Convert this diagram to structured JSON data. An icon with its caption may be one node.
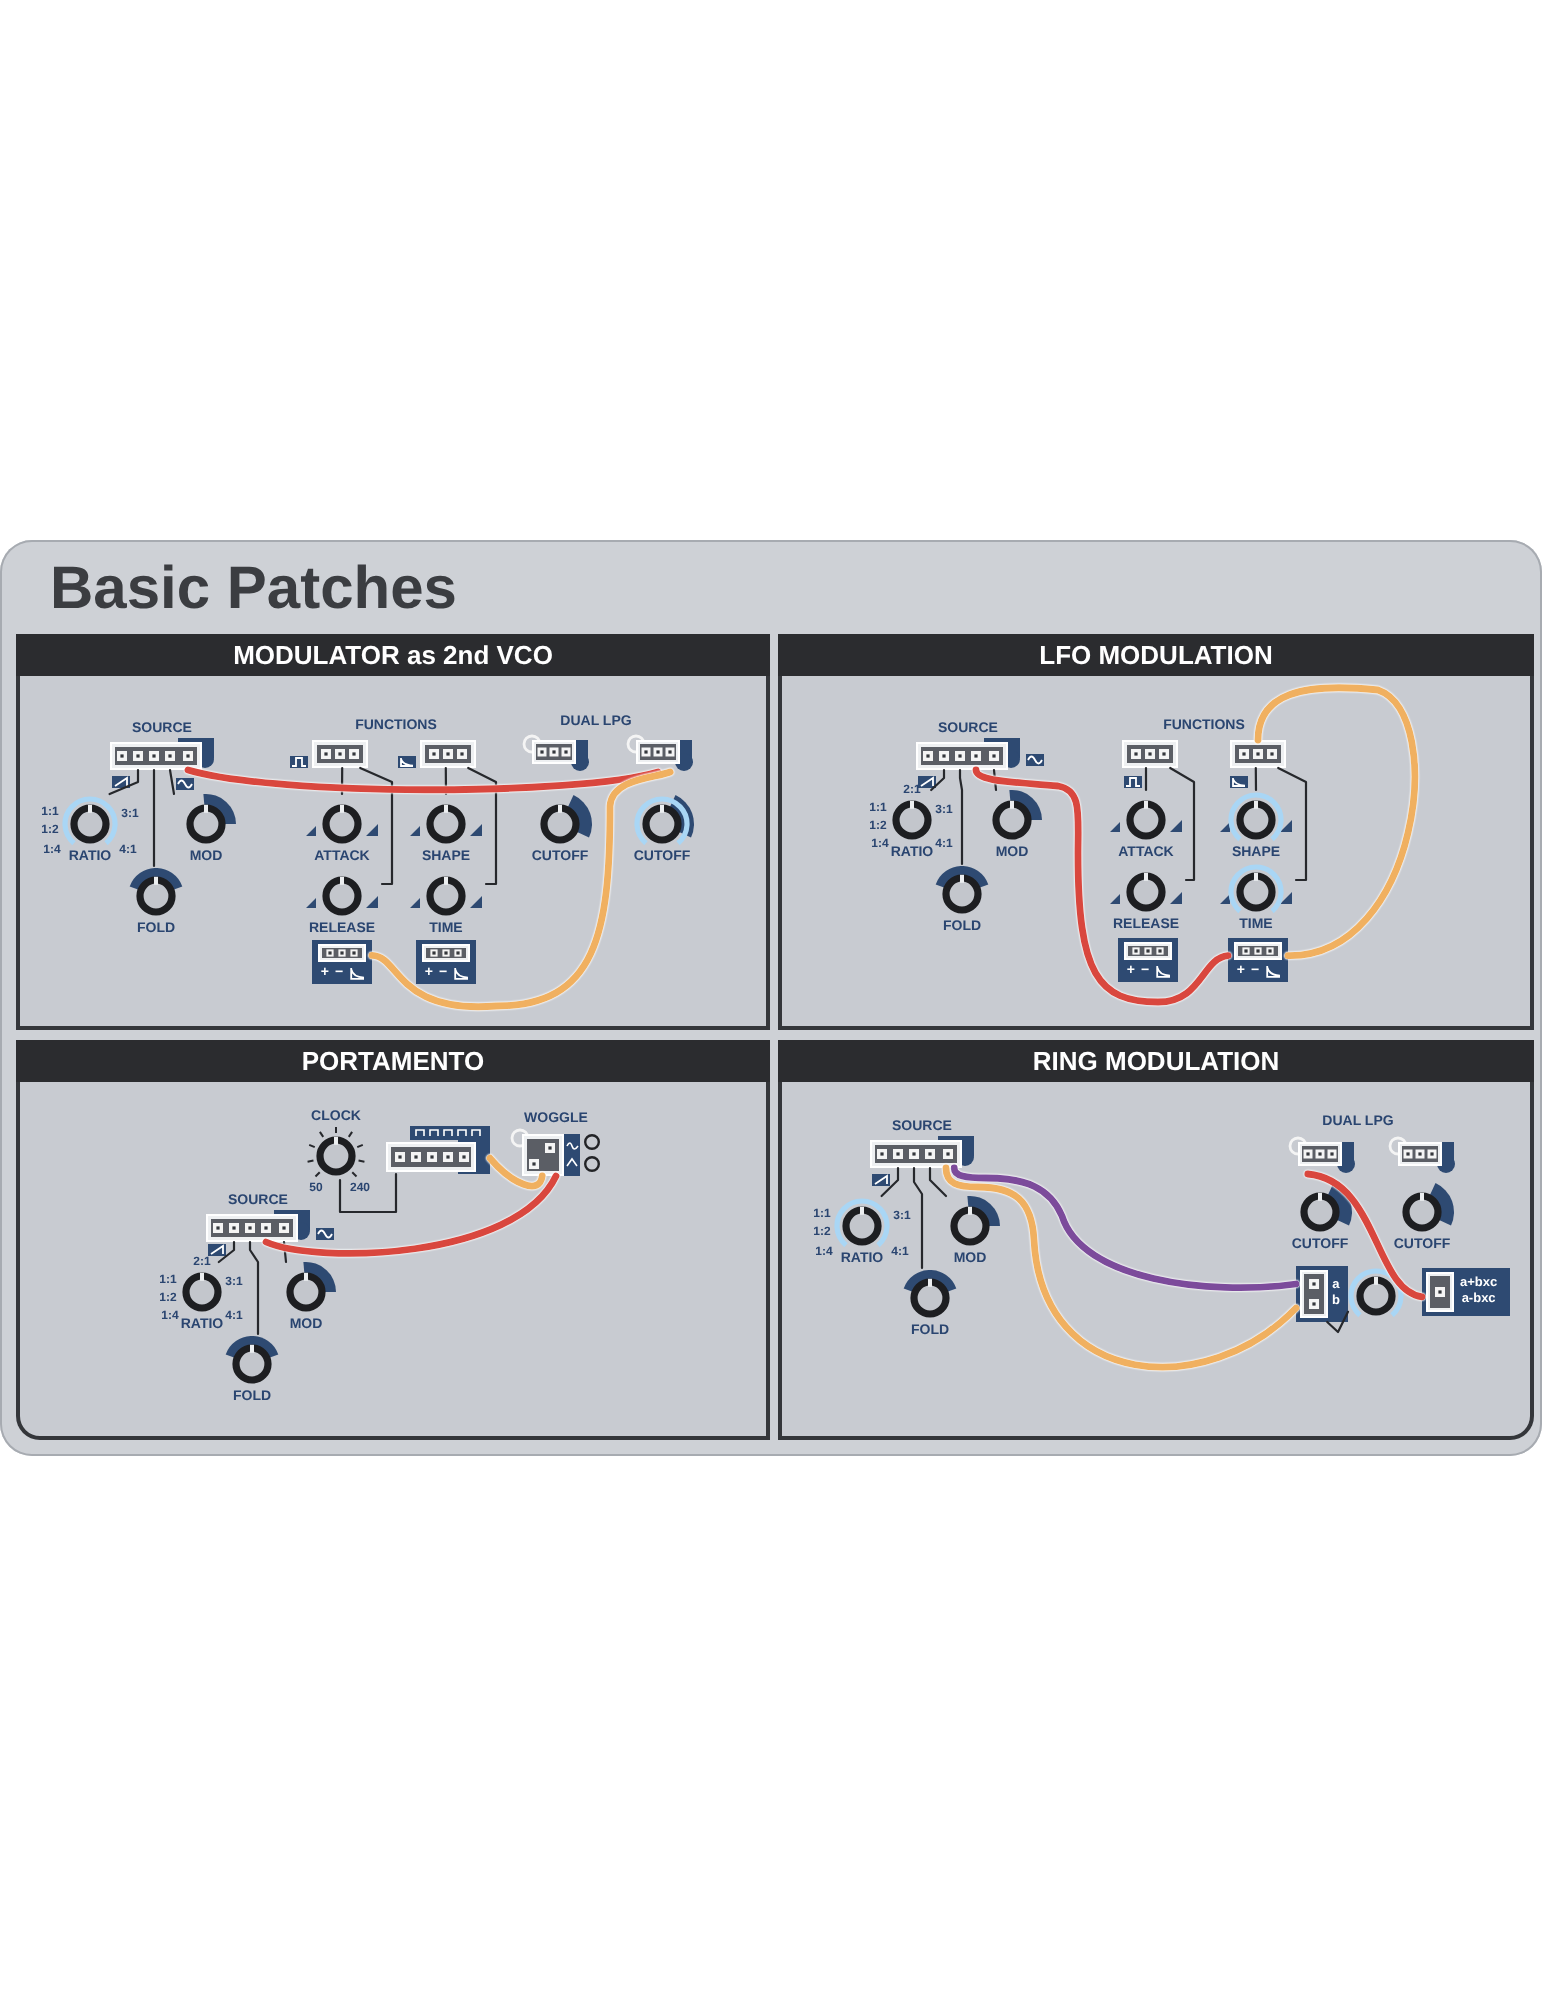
{
  "diagram": {
    "title": "Basic Patches",
    "nodes": [
      {
        "text": [
          "MODULATOR as 2nd VCO"
        ]
      },
      {
        "text": [
          "SOURCE"
        ],
        "in": 0
      },
      {
        "text": [
          "RATIO"
        ],
        "beside": [
          "1:1",
          "1:2",
          "1:4",
          "3:1",
          "4:1"
        ],
        "in": 0
      },
      {
        "text": [
          "MOD"
        ],
        "in": 0
      },
      {
        "text": [
          "FOLD"
        ],
        "in": 0
      },
      {
        "text": [],
        "shape": "box",
        "in": 0
      },
      {
        "text": [],
        "shape": "box",
        "in": 0
      },
      {
        "text": [
          "ATTACK"
        ],
        "in": 0
      },
      {
        "text": [
          "SHAPE"
        ],
        "in": 0
      },
      {
        "text": [
          "RELEASE"
        ],
        "in": 0
      },
      {
        "text": [
          "TIME"
        ],
        "in": 0
      },
      {
        "text": [
          "+",
          "−"
        ],
        "in": 0
      },
      {
        "text": [
          "+",
          "−"
        ],
        "in": 0
      },
      {
        "text": [],
        "shape": "box",
        "in": 0
      },
      {
        "text": [],
        "shape": "box",
        "in": 0
      },
      {
        "text": [
          "CUTOFF"
        ],
        "in": 0
      },
      {
        "text": [
          "CUTOFF"
        ],
        "in": 0
      },
      {
        "text": [
          "LFO MODULATION"
        ]
      },
      {
        "text": [
          "SOURCE"
        ],
        "in": 17
      },
      {
        "text": [
          "RATIO"
        ],
        "beside": [
          "2:1",
          "1:1",
          "1:2",
          "1:4",
          "3:1",
          "4:1"
        ],
        "in": 17
      },
      {
        "text": [
          "MOD"
        ],
        "in": 17
      },
      {
        "text": [
          "FOLD"
        ],
        "in": 17
      },
      {
        "text": [],
        "shape": "box",
        "in": 17
      },
      {
        "text": [],
        "shape": "box",
        "in": 17
      },
      {
        "text": [
          "ATTACK"
        ],
        "in": 17
      },
      {
        "text": [
          "SHAPE"
        ],
        "in": 17
      },
      {
        "text": [
          "RELEASE"
        ],
        "in": 17
      },
      {
        "text": [
          "TIME"
        ],
        "in": 17
      },
      {
        "text": [
          "+",
          "−"
        ],
        "in": 17
      },
      {
        "text": [
          "+",
          "−"
        ],
        "in": 17
      },
      {
        "text": [
          "PORTAMENTO"
        ]
      },
      {
        "text": [
          "CLOCK"
        ],
        "beside": [
          "50",
          "240"
        ],
        "in": 30
      },
      {
        "text": [],
        "shape": "box",
        "in": 30
      },
      {
        "text": [
          "WOGGLE"
        ],
        "in": 30
      },
      {
        "text": [
          "SOURCE"
        ],
        "in": 30
      },
      {
        "text": [
          "RATIO"
        ],
        "beside": [
          "2:1",
          "1:1",
          "1:2",
          "1:4",
          "3:1",
          "4:1"
        ],
        "in": 30
      },
      {
        "text": [
          "MOD"
        ],
        "in": 30
      },
      {
        "text": [
          "FOLD"
        ],
        "in": 30
      },
      {
        "text": [
          "RING MODULATION"
        ]
      },
      {
        "text": [
          "SOURCE"
        ],
        "in": 38
      },
      {
        "text": [
          "RATIO"
        ],
        "beside": [
          "1:1",
          "1:2",
          "1:4",
          "3:1",
          "4:1"
        ],
        "in": 38
      },
      {
        "text": [
          "MOD"
        ],
        "in": 38
      },
      {
        "text": [
          "FOLD"
        ],
        "in": 38
      },
      {
        "text": [],
        "shape": "box",
        "in": 38
      },
      {
        "text": [],
        "shape": "box",
        "in": 38
      },
      {
        "text": [
          "CUTOFF"
        ],
        "in": 38
      },
      {
        "text": [
          "CUTOFF"
        ],
        "in": 38
      },
      {
        "text": [
          "a",
          "b"
        ],
        "in": 38
      },
      {
        "text": [],
        "shape": "circle",
        "in": 38
      },
      {
        "text": [
          "a+bxc",
          "a-bxc"
        ],
        "in": 38
      }
    ],
    "edges": [
      {
        "from": 1,
        "to": 2,
        "arrow": "none"
      },
      {
        "from": 1,
        "to": 4,
        "arrow": "none"
      },
      {
        "from": 1,
        "to": 3,
        "arrow": "none"
      },
      {
        "from": 5,
        "to": 7,
        "arrow": "none"
      },
      {
        "from": 5,
        "to": 9,
        "arrow": "none"
      },
      {
        "from": 6,
        "to": 8,
        "arrow": "none"
      },
      {
        "from": 6,
        "to": 10,
        "arrow": "none"
      },
      {
        "from": 1,
        "to": 14,
        "arrow": "none",
        "style": "thick",
        "color": "#d9473e"
      },
      {
        "from": 14,
        "to": 11,
        "arrow": "none",
        "style": "thick",
        "color": "#f0b060"
      },
      {
        "from": 18,
        "to": 19,
        "arrow": "none"
      },
      {
        "from": 18,
        "to": 21,
        "arrow": "none"
      },
      {
        "from": 18,
        "to": 20,
        "arrow": "none"
      },
      {
        "from": 22,
        "to": 24,
        "arrow": "none"
      },
      {
        "from": 22,
        "to": 26,
        "arrow": "none"
      },
      {
        "from": 23,
        "to": 25,
        "arrow": "none"
      },
      {
        "from": 23,
        "to": 27,
        "arrow": "none"
      },
      {
        "from": 18,
        "to": 29,
        "arrow": "none",
        "style": "thick",
        "color": "#d9473e"
      },
      {
        "from": 23,
        "to": 29,
        "arrow": "none",
        "style": "thick",
        "color": "#f0b060"
      },
      {
        "from": 31,
        "to": 32,
        "arrow": "none"
      },
      {
        "from": 34,
        "to": 35,
        "arrow": "none"
      },
      {
        "from": 34,
        "to": 37,
        "arrow": "none"
      },
      {
        "from": 34,
        "to": 36,
        "arrow": "none"
      },
      {
        "from": 32,
        "to": 33,
        "arrow": "none",
        "style": "thick",
        "color": "#f0b060"
      },
      {
        "from": 34,
        "to": 33,
        "arrow": "none",
        "style": "thick",
        "color": "#d9473e"
      },
      {
        "from": 39,
        "to": 40,
        "arrow": "none"
      },
      {
        "from": 39,
        "to": 42,
        "arrow": "none"
      },
      {
        "from": 39,
        "to": 41,
        "arrow": "none"
      },
      {
        "from": 47,
        "to": 48,
        "arrow": "none"
      },
      {
        "from": 39,
        "to": 47,
        "arrow": "none",
        "style": "thick",
        "color": "#7c4b9b"
      },
      {
        "from": 39,
        "to": 47,
        "arrow": "none",
        "style": "thick",
        "color": "#f0b060"
      },
      {
        "from": 43,
        "to": 49,
        "arrow": "none",
        "style": "thick",
        "color": "#d9473e"
      }
    ],
    "labels": [
      "FUNCTIONS",
      "DUAL LPG",
      "FUNCTIONS",
      "DUAL LPG"
    ]
  }
}
